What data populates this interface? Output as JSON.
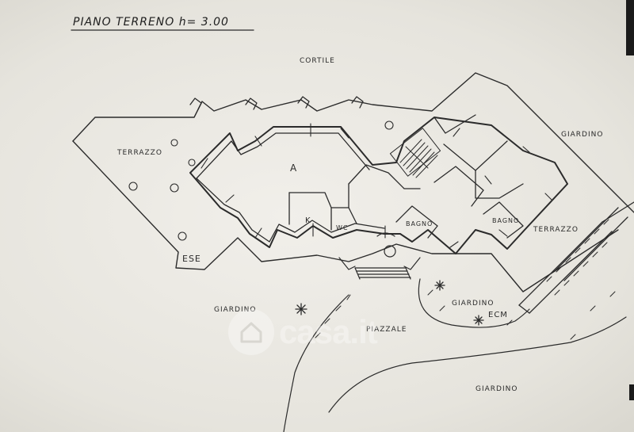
{
  "title": "PIANO TERRENO h= 3.00",
  "labels": {
    "cortile": "CORTILE",
    "giardino_right": "GIARDINO",
    "terrazzo_left": "TERRAZZO",
    "room_a": "A",
    "room_k": "K",
    "wc": "WC",
    "bagno_center": "BAGNO",
    "bagno_right": "BAGNO",
    "terrazzo_right": "TERRAZZO",
    "ese": "ESE",
    "giardino_left": "GIARDINO",
    "giardino_center": "GIARDINO",
    "ecm": "ECM",
    "piazzale": "PIAZZALE",
    "giardino_bottom": "GIARDINO"
  },
  "watermark": "casa.it",
  "colors": {
    "ink": "#2b2b2b",
    "paper": "#eeece6"
  }
}
